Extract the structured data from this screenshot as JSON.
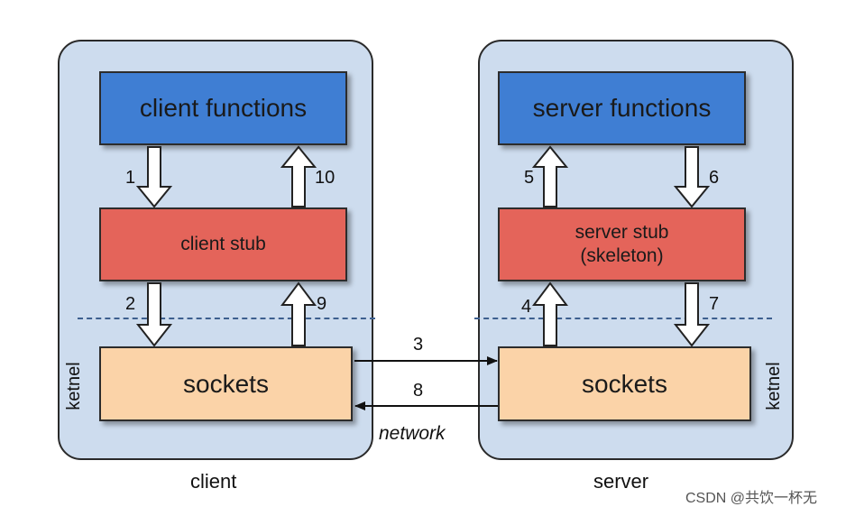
{
  "client": {
    "functions_label": "client functions",
    "stub_label": "client stub",
    "sockets_label": "sockets",
    "kernel_label": "ketnel",
    "caption": "client"
  },
  "server": {
    "functions_label": "server functions",
    "stub_line1": "server stub",
    "stub_line2": "(skeleton)",
    "sockets_label": "sockets",
    "kernel_label": "ketnel",
    "caption": "server"
  },
  "steps": {
    "s1": "1",
    "s2": "2",
    "s3": "3",
    "s4": "4",
    "s5": "5",
    "s6": "6",
    "s7": "7",
    "s8": "8",
    "s9": "9",
    "s10": "10"
  },
  "network_label": "network",
  "watermark": "CSDN @共饮一杯无",
  "colors": {
    "panel": "#cddcee",
    "functions": "#3f7ed3",
    "stub": "#e4645a",
    "sockets": "#fbd3a8"
  }
}
